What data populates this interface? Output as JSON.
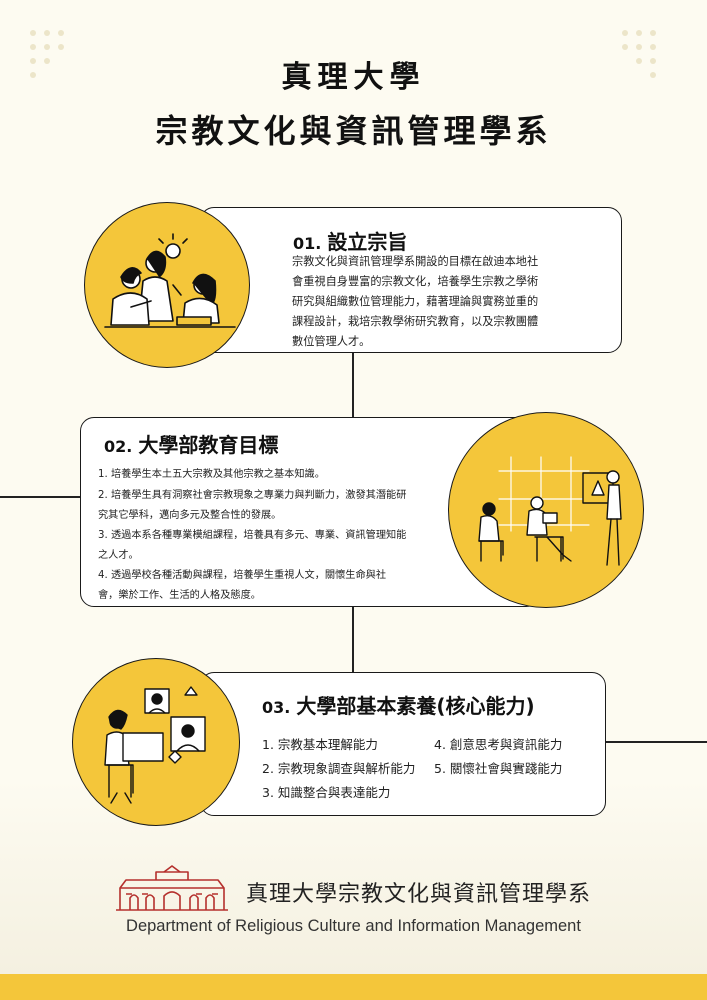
{
  "header": {
    "university": "真理大學",
    "department": "宗教文化與資訊管理學系"
  },
  "sections": [
    {
      "number": "01.",
      "title": "設立宗旨",
      "lines": [
        "宗教文化與資訊管理學系開設的目標在啟迪本地社",
        "會重視自身豐富的宗教文化，培養學生宗教之學術",
        "研究與組織數位管理能力，藉著理論與實務並重的",
        "課程設計，栽培宗教學術研究教育，以及宗教團體",
        "數位管理人才。"
      ]
    },
    {
      "number": "02.",
      "title": "大學部教育目標",
      "lines": [
        "1. 培養學生本土五大宗教及其他宗教之基本知識。",
        "2. 培養學生具有洞察社會宗教現象之專業力與判斷力，激發其潛能研",
        "究其它學科，邁向多元及整合性的發展。",
        "3. 透過本系各種專業模組課程，培養具有多元、專業、資訊管理知能",
        "之人才。",
        "4. 透過學校各種活動與課程，培養學生重視人文，關懷生命與社",
        "會，樂於工作、生活的人格及態度。"
      ]
    },
    {
      "number": "03.",
      "title": "大學部基本素養(核心能力)",
      "competencies": [
        "1.  宗教基本理解能力",
        "2. 宗教現象調查與解析能力",
        "3. 知識整合與表達能力",
        "4. 創意思考與資訊能力",
        "5. 關懷社會與實踐能力"
      ]
    }
  ],
  "footer": {
    "name_cn": "真理大學宗教文化與資訊管理學系",
    "name_en": "Department of Religious Culture and Information Management"
  },
  "colors": {
    "accent": "#f4c63a",
    "ink": "#1a1a1a",
    "background": "#fdfbf1",
    "logo_red": "#b5302d"
  }
}
